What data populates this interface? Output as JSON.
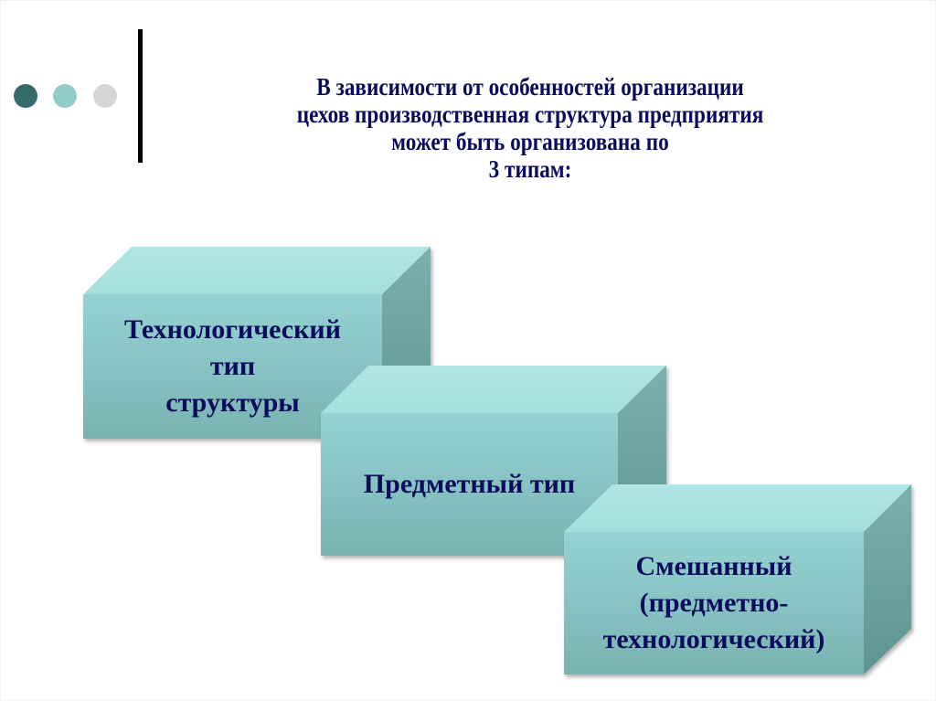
{
  "decor": {
    "dots": [
      {
        "name": "dark-teal",
        "color": "#356b6a"
      },
      {
        "name": "light-teal",
        "color": "#93cccb"
      },
      {
        "name": "light-gray",
        "color": "#d6d6d6"
      }
    ],
    "divider_color": "#000000"
  },
  "title": {
    "lines": [
      "В зависимости от особенностей организации",
      "цехов производственная структура предприятия",
      "может быть организована по",
      "3 типам:"
    ],
    "color": "#0b0b5e"
  },
  "boxes": [
    {
      "lines": [
        "Технологический",
        "тип",
        "структуры"
      ]
    },
    {
      "lines": [
        "Предметный тип"
      ]
    },
    {
      "lines": [
        "Смешанный",
        "(предметно-",
        "технологический)"
      ]
    }
  ],
  "colors": {
    "top_face": "#ade3e3",
    "front_top": "#95d3d3",
    "front_bottom": "#78b3b1",
    "side_top": "#7ab1ae",
    "side_bottom": "#5f9592",
    "text": "#0b0b5e"
  }
}
